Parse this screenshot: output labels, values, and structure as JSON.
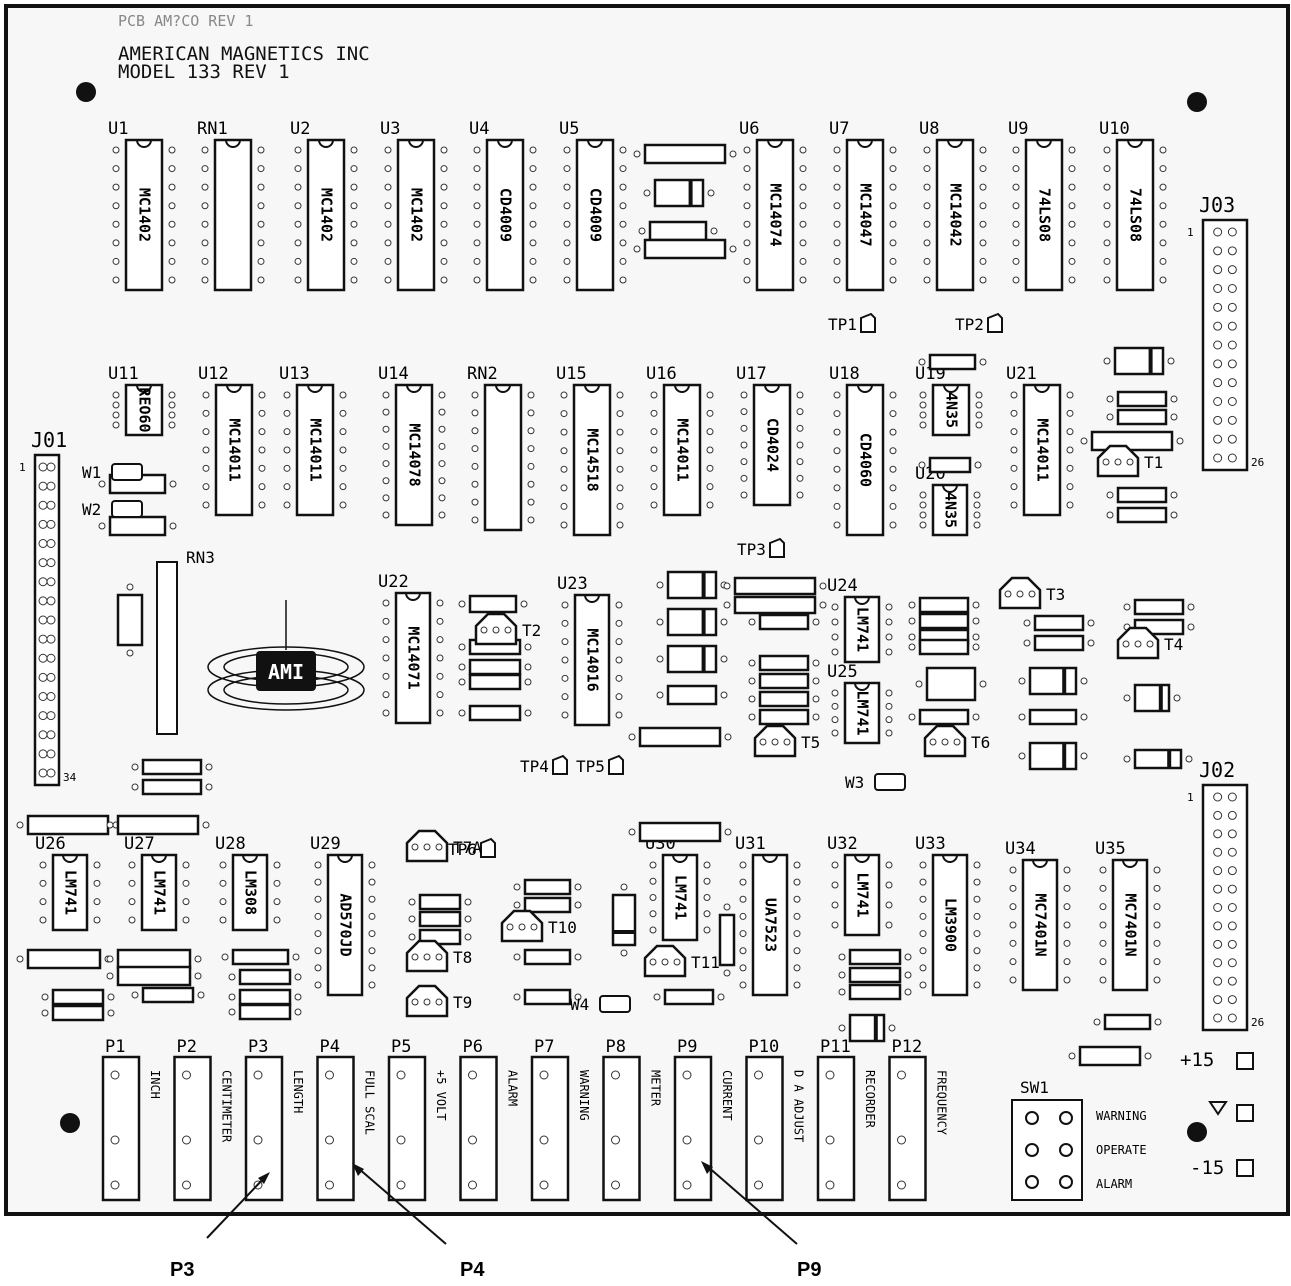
{
  "board": {
    "header_line1": "PCB AM?CO REV 1",
    "header_line2": "AMERICAN MAGNETICS INC",
    "header_line3": "MODEL 133  REV 1",
    "logo_text": "AMI"
  },
  "ics_top": [
    {
      "ref": "U1",
      "part": "MC1402"
    },
    {
      "ref": "RN1",
      "part": ""
    },
    {
      "ref": "U2",
      "part": "MC1402"
    },
    {
      "ref": "U3",
      "part": "MC1402"
    },
    {
      "ref": "U4",
      "part": "CD4009"
    },
    {
      "ref": "U5",
      "part": "CD4009"
    },
    {
      "ref": "U6",
      "part": "MC14074"
    },
    {
      "ref": "U7",
      "part": "MC14047"
    },
    {
      "ref": "U8",
      "part": "MC14042"
    },
    {
      "ref": "U9",
      "part": "74LS08"
    },
    {
      "ref": "U10",
      "part": "74LS08"
    }
  ],
  "ics_middle": [
    {
      "ref": "U11",
      "part": "REO60"
    },
    {
      "ref": "U12",
      "part": "MC14011"
    },
    {
      "ref": "U13",
      "part": "MC14011"
    },
    {
      "ref": "U14",
      "part": "MC14078"
    },
    {
      "ref": "RN2",
      "part": ""
    },
    {
      "ref": "U15",
      "part": "MC14518"
    },
    {
      "ref": "U16",
      "part": "MC14011"
    },
    {
      "ref": "U17",
      "part": "CD4024"
    },
    {
      "ref": "U18",
      "part": "CD4060"
    },
    {
      "ref": "U19",
      "part": "4N35"
    },
    {
      "ref": "U21",
      "part": "MC14011"
    }
  ],
  "ics_lower": [
    {
      "ref": "U22",
      "part": "MC14071"
    },
    {
      "ref": "U23",
      "part": "MC14016"
    },
    {
      "ref": "U24",
      "part": "LM741"
    },
    {
      "ref": "U25",
      "part": "LM741"
    },
    {
      "ref": "U20",
      "part": "4N35"
    }
  ],
  "ics_bottom": [
    {
      "ref": "U26",
      "part": "LM741"
    },
    {
      "ref": "U27",
      "part": "LM741"
    },
    {
      "ref": "U28",
      "part": "LM308"
    },
    {
      "ref": "U29",
      "part": "AD570JD"
    },
    {
      "ref": "U30",
      "part": "LM741"
    },
    {
      "ref": "U31",
      "part": "UA7523"
    },
    {
      "ref": "U32",
      "part": "LM741"
    },
    {
      "ref": "U33",
      "part": "LM3900"
    },
    {
      "ref": "U34",
      "part": "MC7401N"
    },
    {
      "ref": "U35",
      "part": "MC7401N"
    }
  ],
  "connectors": [
    {
      "ref": "J01",
      "pin_first": "1",
      "pin_last": "34"
    },
    {
      "ref": "J02",
      "pin_first": "1",
      "pin_last": "26"
    },
    {
      "ref": "J03",
      "pin_first": "1",
      "pin_last": "26"
    }
  ],
  "test_points": [
    "TP1",
    "TP2",
    "TP3",
    "TP4",
    "TP5",
    "TP6"
  ],
  "transistors": [
    "T1",
    "T2",
    "T3",
    "T4",
    "T5",
    "T6",
    "T7A",
    "T8",
    "T9",
    "T10",
    "T11"
  ],
  "jumpers": [
    "W1",
    "W2",
    "W3",
    "W4"
  ],
  "resistor_network_3": "RN3",
  "pots": [
    {
      "ref": "P1",
      "label": "INCH"
    },
    {
      "ref": "P2",
      "label": "CENTIMETER"
    },
    {
      "ref": "P3",
      "label": "LENGTH"
    },
    {
      "ref": "P4",
      "label": "FULL SCAL"
    },
    {
      "ref": "P5",
      "label": "+5 VOLT"
    },
    {
      "ref": "P6",
      "label": "ALARM"
    },
    {
      "ref": "P7",
      "label": "WARNING"
    },
    {
      "ref": "P8",
      "label": "METER"
    },
    {
      "ref": "P9",
      "label": "CURRENT"
    },
    {
      "ref": "P10",
      "label": "D A ADJUST"
    },
    {
      "ref": "P11",
      "label": "RECORDER"
    },
    {
      "ref": "P12",
      "label": "FREQUENCY"
    }
  ],
  "switch": {
    "ref": "SW1",
    "positions": [
      "WARNING",
      "OPERATE",
      "ALARM"
    ]
  },
  "power": {
    "plus": "+15",
    "minus": "-15"
  },
  "callouts": [
    "P3",
    "P4",
    "P9"
  ]
}
